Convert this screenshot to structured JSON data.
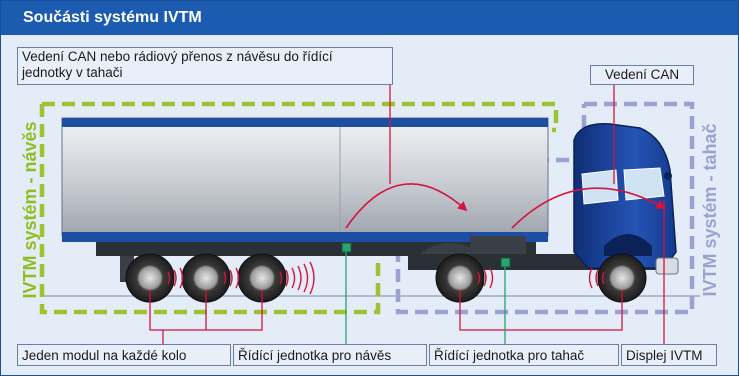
{
  "header": {
    "title": "Součásti systému IVTM"
  },
  "labels": {
    "can_trailer_line1": "Vedení CAN nebo rádiový přenos z návěsu do řídící",
    "can_trailer_line2": "jednotky v tahači",
    "can_line": "Vedení CAN",
    "module_per_wheel": "Jeden modul na každé kolo",
    "trailer_ecu": "Řídící jednotka pro návěs",
    "tractor_ecu": "Řídící jednotka pro tahač",
    "display": "Displej IVTM"
  },
  "system_labels": {
    "trailer": "IVTM systém - návěs",
    "tractor": "IVTM systém - tahač"
  },
  "colors": {
    "header_bg": "#1b5bb0",
    "trailer_system": "#9cc330",
    "tractor_system": "#9aa3d0",
    "leader_lines": "#d4143c",
    "ecu_lines": "#2aa36c",
    "truck_blue": "#1a3d8f",
    "trailer_body": "#c9cdd3"
  }
}
